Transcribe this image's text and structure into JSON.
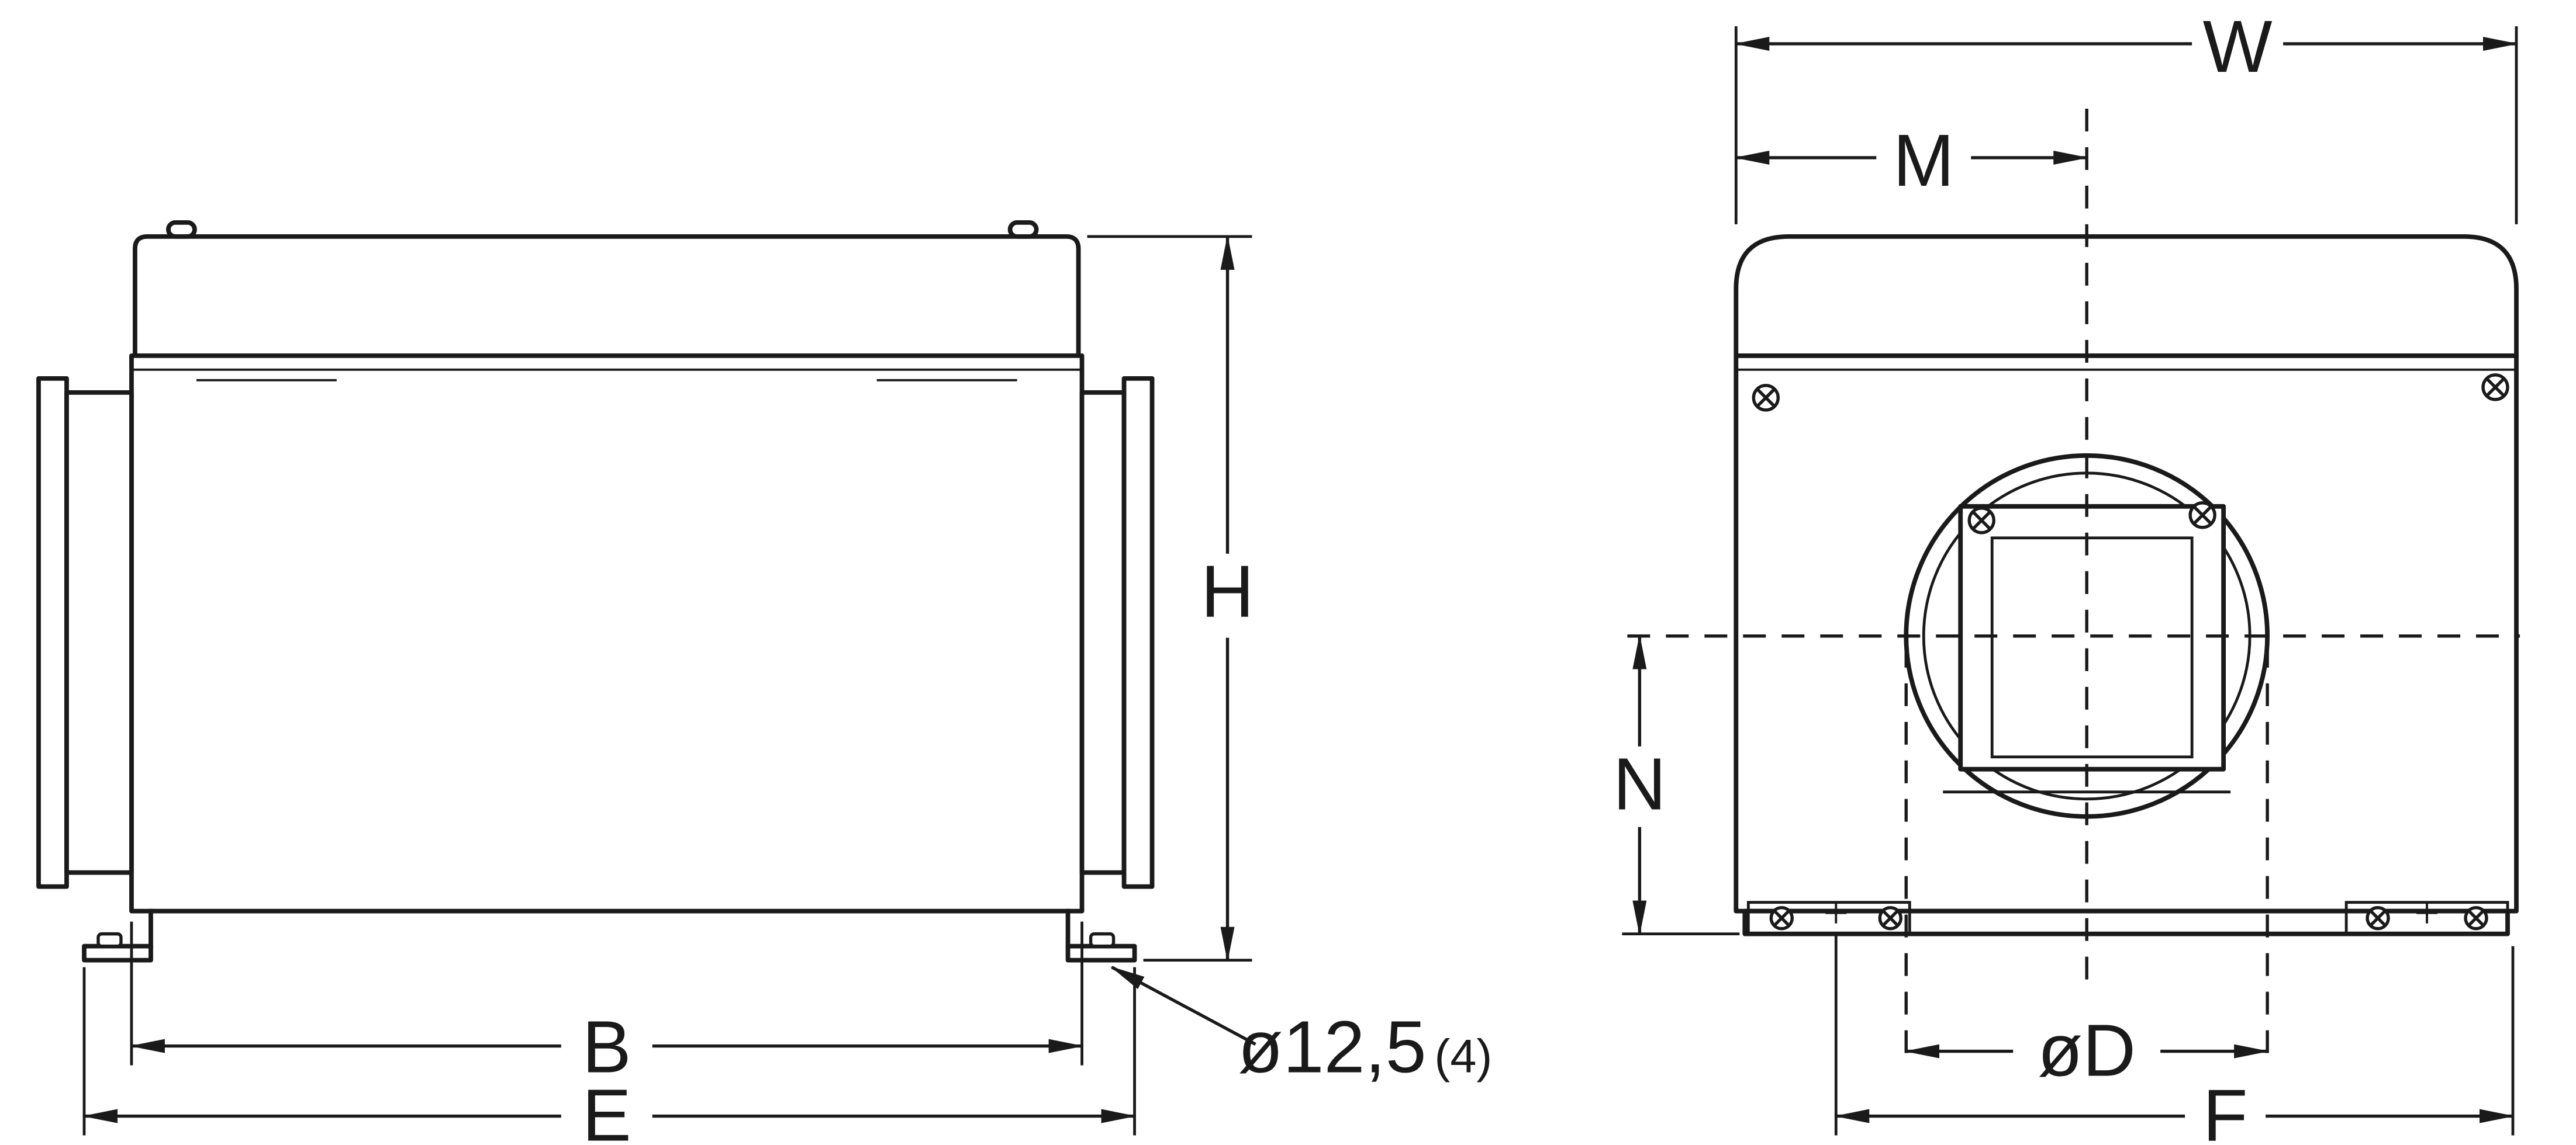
{
  "labels": {
    "W": "W",
    "M": "M",
    "H": "H",
    "B": "B",
    "E": "E",
    "N": "N",
    "D": "øD",
    "F": "F",
    "hole_main": "ø12,5",
    "hole_count": "(4)"
  },
  "colors": {
    "line": "#1a1a1a",
    "background": "#ffffff"
  }
}
